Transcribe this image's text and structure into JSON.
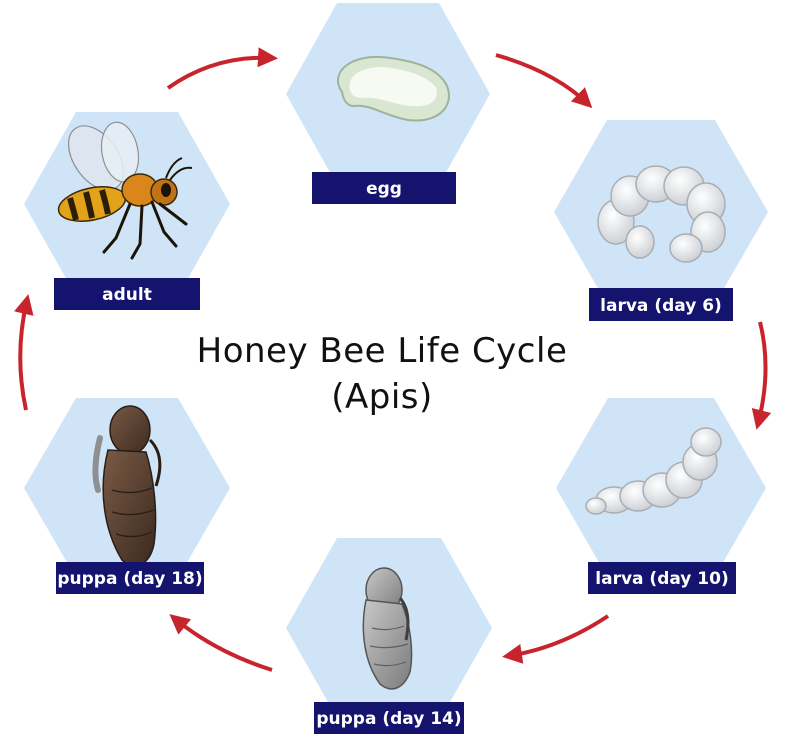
{
  "title": {
    "line1": "Honey Bee Life Cycle",
    "line2": "(Apis)"
  },
  "colors": {
    "hexagon": "#cfe4f7",
    "label_bg": "#14146e",
    "arrow": "#c8242e",
    "title_text": "#111111"
  },
  "stages": [
    {
      "label": "egg",
      "icon": "egg-icon"
    },
    {
      "label": "larva (day 6)",
      "icon": "curled-larva-icon"
    },
    {
      "label": "larva (day 10)",
      "icon": "grown-larva-icon"
    },
    {
      "label": "puppa (day 14)",
      "icon": "white-pupa-icon"
    },
    {
      "label": "puppa (day 18)",
      "icon": "dark-pupa-icon"
    },
    {
      "label": "adult",
      "icon": "honey-bee-icon"
    }
  ]
}
